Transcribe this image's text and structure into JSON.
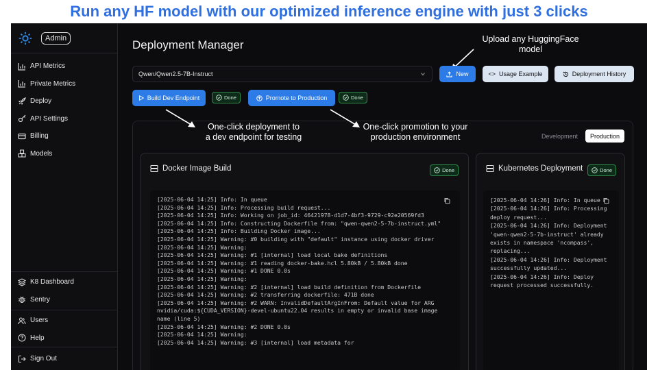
{
  "banner": "Run any HF model with our optimized inference engine with just 3 clicks",
  "sidebar": {
    "admin": "Admin",
    "items": [
      {
        "label": "API Metrics",
        "icon": "bar-chart-icon"
      },
      {
        "label": "Private Metrics",
        "icon": "bar-chart-icon"
      },
      {
        "label": "Deploy",
        "icon": "rocket-icon"
      },
      {
        "label": "API Settings",
        "icon": "key-icon"
      },
      {
        "label": "Billing",
        "icon": "credit-card-icon"
      },
      {
        "label": "Models",
        "icon": "boxes-icon"
      }
    ],
    "bottom": [
      {
        "label": "K8 Dashboard",
        "icon": "layers-icon"
      },
      {
        "label": "Sentry",
        "icon": "bug-icon"
      },
      {
        "label": "Users",
        "icon": "users-icon"
      },
      {
        "label": "Help",
        "icon": "help-circle-icon"
      },
      {
        "label": "Sign Out",
        "icon": "sign-out-icon"
      }
    ]
  },
  "main": {
    "title": "Deployment Manager",
    "model_select": "Qwen/Qwen2.5-7B-Instruct",
    "buttons": {
      "new": "New",
      "usage": "Usage Example",
      "history": "Deployment History",
      "build": "Build Dev Endpoint",
      "promote": "Promote to Production"
    },
    "done_label": "Done",
    "toggle": {
      "development": "Development",
      "production": "Production"
    }
  },
  "annotations": {
    "upload": "Upload any HuggingFace\nmodel",
    "dev": "One-click deployment to\na dev endpoint for testing",
    "prod": "One-click promotion to your\nproduction environment"
  },
  "docker": {
    "title": "Docker Image Build",
    "log": "[2025-06-04 14:25] Info: In queue\n[2025-06-04 14:25] Info: Processing build request...\n[2025-06-04 14:25] Info: Working on job_id: 46421978-d1d7-4bf3-9729-c92e20569fd3\n[2025-06-04 14:25] Info: Constructing Dockerfile from: \"qwen-qwen2-5-7b-instruct.yml\"\n[2025-06-04 14:25] Info: Building Docker image...\n[2025-06-04 14:25] Warning: #0 building with \"default\" instance using docker driver\n[2025-06-04 14:25] Warning:\n[2025-06-04 14:25] Warning: #1 [internal] load local bake definitions\n[2025-06-04 14:25] Warning: #1 reading docker-bake.hcl 5.80kB / 5.80kB done\n[2025-06-04 14:25] Warning: #1 DONE 0.0s\n[2025-06-04 14:25] Warning:\n[2025-06-04 14:25] Warning: #2 [internal] load build definition from Dockerfile\n[2025-06-04 14:25] Warning: #2 transferring dockerfile: 471B done\n[2025-06-04 14:25] Warning: #2 WARN: InvalidDefaultArgInFrom: Default value for ARG nvidia/cuda:${CUDA_VERSION}-devel-ubuntu22.04 results in empty or invalid base image name (line 5)\n[2025-06-04 14:25] Warning: #2 DONE 0.0s\n[2025-06-04 14:25] Warning:\n[2025-06-04 14:25] Warning: #3 [internal] load metadata for"
  },
  "k8s": {
    "title": "Kubernetes Deployment",
    "log": "[2025-06-04 14:26] Info: In queue\n[2025-06-04 14:26] Info: Processing deploy request...\n[2025-06-04 14:26] Info: Deployment 'qwen-qwen2-5-7b-instruct' already exists in namespace 'ncompass', replacing...\n[2025-06-04 14:26] Info: Deployment successfully updated...\n[2025-06-04 14:26] Info: Deploy request processed successfully."
  }
}
